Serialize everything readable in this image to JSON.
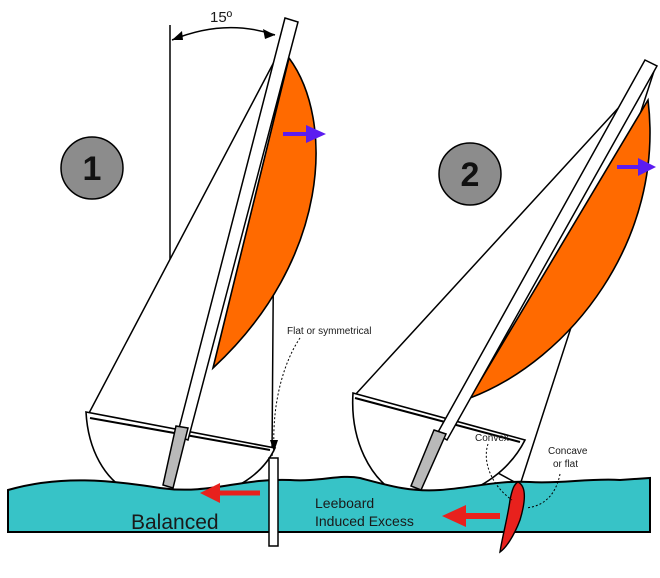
{
  "angle_label": "15º",
  "panels": [
    {
      "number": "1",
      "caption": "Balanced"
    },
    {
      "number": "2",
      "caption_lines": [
        "Leeboard",
        "Induced Excess"
      ]
    }
  ],
  "annotations": {
    "flat": "Flat or symmetrical",
    "convex": "Convex",
    "concave_line1": "Concave",
    "concave_line2": "or flat"
  },
  "colors": {
    "water": "#37c3c7",
    "sail": "#ff6a00",
    "force_arrow": "#e8211d",
    "wind_arrow": "#5b1cf0",
    "badge": "#8c8c8c",
    "leeboard": "#e8211d"
  }
}
